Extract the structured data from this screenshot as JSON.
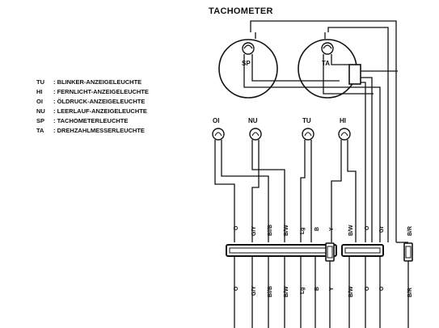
{
  "title": "TACHOMETER",
  "legend": [
    {
      "code": "TU",
      "text": ": BLINKER-ANZEIGELEUCHTE"
    },
    {
      "code": "HI",
      "text": ": FERNLICHT-ANZEIGELEUCHTE"
    },
    {
      "code": "OI",
      "text": ": ÖLDRUCK-ANZEIGELEUCHTE"
    },
    {
      "code": "NU",
      "text": ": LEERLAUF-ANZEIGELEUCHTE"
    },
    {
      "code": "SP",
      "text": ": TACHOMETERLEUCHTE"
    },
    {
      "code": "TA",
      "text": ": DREHZAHLMESSERLEUCHTE"
    }
  ],
  "gauges": {
    "left": "SP",
    "right": "TA"
  },
  "lamps": [
    "OI",
    "NU",
    "TU",
    "HI"
  ],
  "wires_top": [
    "O",
    "G/Y",
    "Bl/B",
    "B/W",
    "Lg",
    "B",
    "Y",
    "B/W",
    "O",
    "Gr",
    "B/R"
  ],
  "wires_bottom": [
    "O",
    "G/Y",
    "Bl/B",
    "B/W",
    "Lg",
    "B",
    "Y",
    "B/W",
    "O",
    "O",
    "B/R"
  ]
}
